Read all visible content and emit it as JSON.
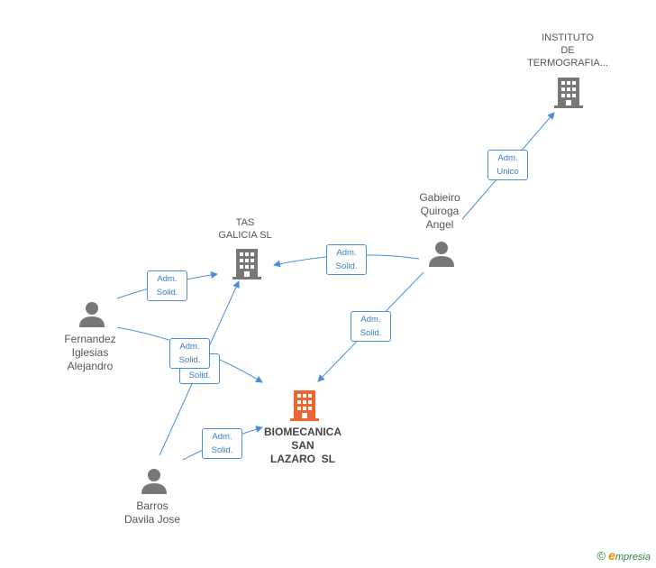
{
  "nodes": {
    "instituto": {
      "lines": [
        "INSTITUTO",
        "DE",
        "TERMOGRAFIA..."
      ],
      "kind": "company"
    },
    "tas": {
      "lines": [
        "TAS",
        "GALICIA SL"
      ],
      "kind": "company"
    },
    "biomecanica": {
      "lines": [
        "BIOMECANICA",
        "SAN",
        "LAZARO  SL"
      ],
      "kind": "main"
    },
    "gabieiro": {
      "lines": [
        "Gabieiro",
        "Quiroga",
        "Angel"
      ],
      "kind": "person"
    },
    "fernandez": {
      "lines": [
        "Fernandez",
        "Iglesias",
        "Alejandro"
      ],
      "kind": "person"
    },
    "barros": {
      "lines": [
        "Barros",
        "Davila Jose"
      ],
      "kind": "person"
    }
  },
  "edges": {
    "e1": [
      "Adm.",
      "Unico"
    ],
    "e2": [
      "Adm.",
      "Solid."
    ],
    "e3": [
      "Adm.",
      "Solid."
    ],
    "e4": [
      "Adm.",
      "Solid."
    ],
    "e5": [
      "Adm.",
      "Solid."
    ],
    "e6": [
      "Solid."
    ],
    "e7": [
      "Adm.",
      "Solid."
    ]
  },
  "colors": {
    "edge": "#4a90d9",
    "person": "#777777",
    "company": "#777777",
    "main": "#f0652f"
  },
  "brand": {
    "copyright": "©",
    "e": "e",
    "rest": "mpresia"
  }
}
